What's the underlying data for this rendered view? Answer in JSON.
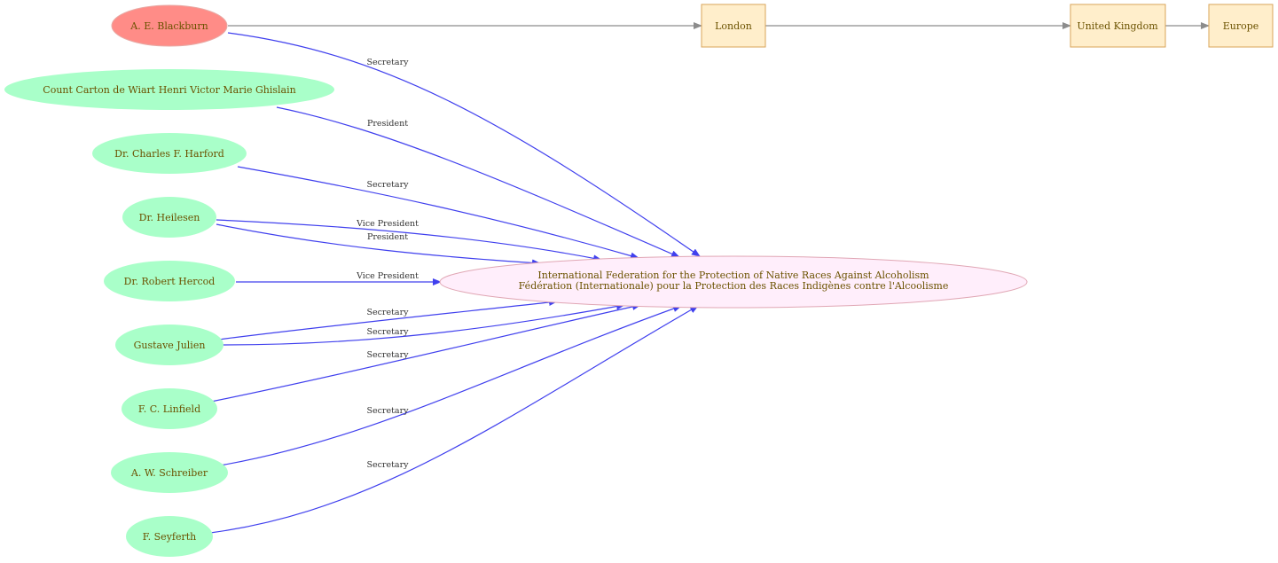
{
  "nodes": {
    "blackburn": "A. E. Blackburn",
    "carton": "Count Carton de Wiart Henri Victor Marie Ghislain",
    "harford": "Dr. Charles F. Harford",
    "heilesen": "Dr. Heilesen",
    "hercod": "Dr. Robert Hercod",
    "julien": "Gustave Julien",
    "linfield": "F. C. Linfield",
    "schreiber": "A. W.  Schreiber",
    "seyferth": "F. Seyferth",
    "federation_line1": "International Federation for the Protection of Native Races Against Alcoholism",
    "federation_line2": "Fédération (Internationale) pour la Protection des Races Indigènes contre l'Alcoolisme",
    "london": "London",
    "uk": "United Kingdom",
    "europe": "Europe"
  },
  "edges": {
    "blackburn": "Secretary",
    "carton": "President",
    "harford": "Secretary",
    "heilesen_vp": "Vice President",
    "heilesen_p": "President",
    "hercod": "Vice President",
    "julien_1": "Secretary",
    "julien_2": "Secretary",
    "linfield": "Secretary",
    "schreiber": "Secretary",
    "seyferth": "Secretary"
  },
  "colors": {
    "highlight_node": "#ff8c87",
    "person_node": "#a9ffc9",
    "organization_node": "#ffeefb",
    "place_node": "#ffeecb",
    "edge": "#4040ee"
  }
}
